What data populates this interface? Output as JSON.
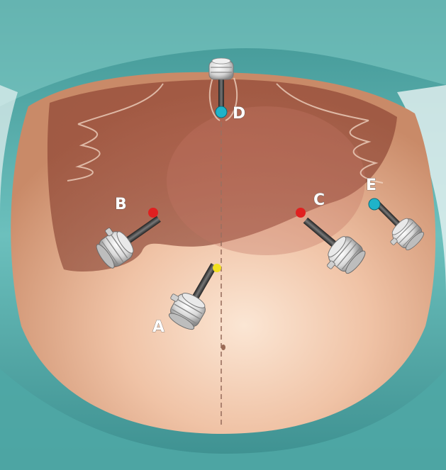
{
  "image": {
    "description_free": true
  },
  "ports": [
    {
      "id": "A",
      "label": "A",
      "tip_color": "#f2e020"
    },
    {
      "id": "B",
      "label": "B",
      "tip_color": "#e02020"
    },
    {
      "id": "C",
      "label": "C",
      "tip_color": "#e02020"
    },
    {
      "id": "D",
      "label": "D",
      "tip_color": "#1fb3c9"
    },
    {
      "id": "E",
      "label": "E",
      "tip_color": "#1fb3c9"
    }
  ],
  "colors": {
    "drape": "#5fb3b0",
    "drape_dark": "#2e7f80",
    "skin": "#e9b596",
    "liver_overlay": "#a85a46",
    "midline": "#9a7060"
  }
}
